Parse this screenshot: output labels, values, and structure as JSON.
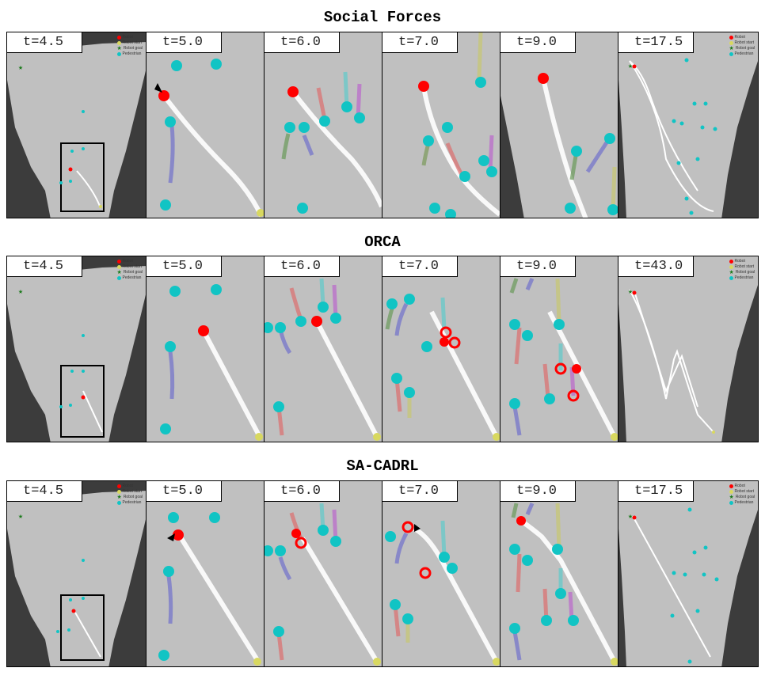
{
  "rows": [
    {
      "title": "Social Forces",
      "times": [
        "t=4.5",
        "t=5.0",
        "t=6.0",
        "t=7.0",
        "t=9.0",
        "t=17.5"
      ]
    },
    {
      "title": "ORCA",
      "times": [
        "t=4.5",
        "t=5.0",
        "t=6.0",
        "t=7.0",
        "t=9.0",
        "t=43.0"
      ]
    },
    {
      "title": "SA-CADRL",
      "times": [
        "t=4.5",
        "t=5.0",
        "t=6.0",
        "t=7.0",
        "t=9.0",
        "t=17.5"
      ]
    }
  ],
  "legend": {
    "robot": "Robot",
    "robot_start": "Robot start",
    "robot_goal": "Robot goal",
    "pedestrian": "Pedestrian"
  },
  "colors": {
    "floor": "#c0c0c0",
    "wall": "#3c3c3c",
    "robot": "#ff0000",
    "robot_start": "#d8d860",
    "robot_goal": "#1a7a1a",
    "pedestrian": "#11c4c4",
    "trail": "#ffffff",
    "collision_ring": "#ff0000"
  }
}
